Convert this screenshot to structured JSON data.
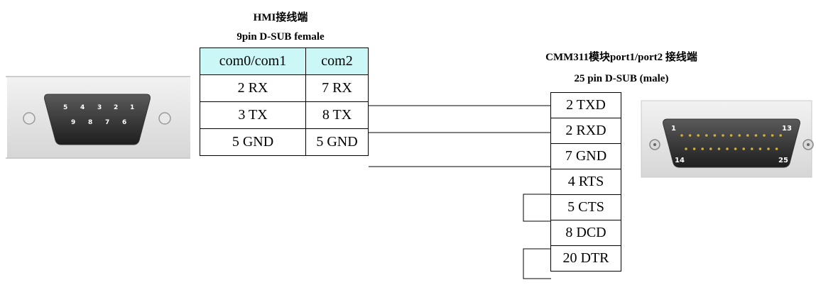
{
  "hmi": {
    "title": "HMI接线端",
    "subtitle": "9pin D-SUB female",
    "headers": [
      "com0/com1",
      "com2"
    ],
    "rows": [
      [
        "2 RX",
        "7 RX"
      ],
      [
        "3 TX",
        "8 TX"
      ],
      [
        "5 GND",
        "5 GND"
      ]
    ]
  },
  "cmm": {
    "title": "CMM311模块port1/port2 接线端",
    "subtitle": "25 pin D-SUB (male)",
    "pins": [
      "2 TXD",
      "2 RXD",
      "7 GND",
      "4 RTS",
      "5 CTS",
      "8 DCD",
      "20 DTR"
    ]
  },
  "db9": {
    "top_pins": [
      "5",
      "4",
      "3",
      "2",
      "1"
    ],
    "bottom_pins": [
      "9",
      "8",
      "7",
      "6"
    ]
  },
  "db25": {
    "label_1": "1",
    "label_13": "13",
    "label_14": "14",
    "label_25": "25"
  },
  "colors": {
    "header_fill": "#ccf7f7",
    "line": "#000000"
  }
}
